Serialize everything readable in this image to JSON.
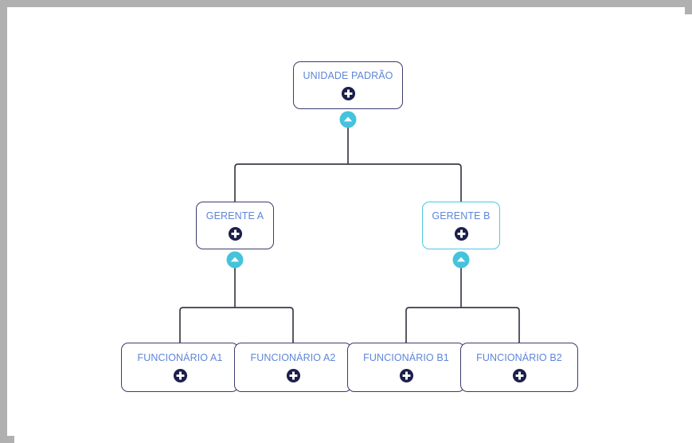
{
  "chart_data": {
    "type": "tree",
    "title": "",
    "orientation": "top-down",
    "nodes": [
      {
        "id": "root",
        "label": "UNIDADE PADRÃO",
        "level": 0,
        "selected": false,
        "expanded": true
      },
      {
        "id": "gerente-a",
        "label": "GERENTE A",
        "level": 1,
        "selected": false,
        "expanded": true
      },
      {
        "id": "gerente-b",
        "label": "GERENTE B",
        "level": 1,
        "selected": true,
        "expanded": true
      },
      {
        "id": "funcionario-a1",
        "label": "FUNCIONÁRIO A1",
        "level": 2,
        "selected": false,
        "expanded": false
      },
      {
        "id": "funcionario-a2",
        "label": "FUNCIONÁRIO A2",
        "level": 2,
        "selected": false,
        "expanded": false
      },
      {
        "id": "funcionario-b1",
        "label": "FUNCIONÁRIO B1",
        "level": 2,
        "selected": false,
        "expanded": false
      },
      {
        "id": "funcionario-b2",
        "label": "FUNCIONÁRIO B2",
        "level": 2,
        "selected": false,
        "expanded": false
      }
    ],
    "edges": [
      {
        "from": "root",
        "to": "gerente-a"
      },
      {
        "from": "root",
        "to": "gerente-b"
      },
      {
        "from": "gerente-a",
        "to": "funcionario-a1"
      },
      {
        "from": "gerente-a",
        "to": "funcionario-a2"
      },
      {
        "from": "gerente-b",
        "to": "funcionario-b1"
      },
      {
        "from": "gerente-b",
        "to": "funcionario-b2"
      }
    ]
  },
  "org_chart": {
    "root": {
      "label": "UNIDADE PADRÃO",
      "add_icon": "plus-circle-icon",
      "toggle_icon": "chevron-up-icon"
    },
    "managers": [
      {
        "label": "GERENTE A",
        "add_icon": "plus-circle-icon",
        "toggle_icon": "chevron-up-icon"
      },
      {
        "label": "GERENTE B",
        "add_icon": "plus-circle-icon",
        "toggle_icon": "chevron-up-icon"
      }
    ],
    "employees": [
      {
        "label": "FUNCIONÁRIO A1",
        "add_icon": "plus-circle-icon"
      },
      {
        "label": "FUNCIONÁRIO A2",
        "add_icon": "plus-circle-icon"
      },
      {
        "label": "FUNCIONÁRIO B1",
        "add_icon": "plus-circle-icon"
      },
      {
        "label": "FUNCIONÁRIO B2",
        "add_icon": "plus-circle-icon"
      }
    ]
  },
  "colors": {
    "frame_border": "#b0b0b0",
    "canvas_background": "#ffffff",
    "node_border": "#3b3b6d",
    "node_border_selected": "#4ec8e0",
    "node_label_text": "#5e86d8",
    "add_icon_fill": "#1b1f4b",
    "add_icon_glyph": "#ffffff",
    "toggle_fill": "#45c3dc",
    "toggle_glyph": "#ffffff",
    "connector_line": "#3c3c4a"
  }
}
